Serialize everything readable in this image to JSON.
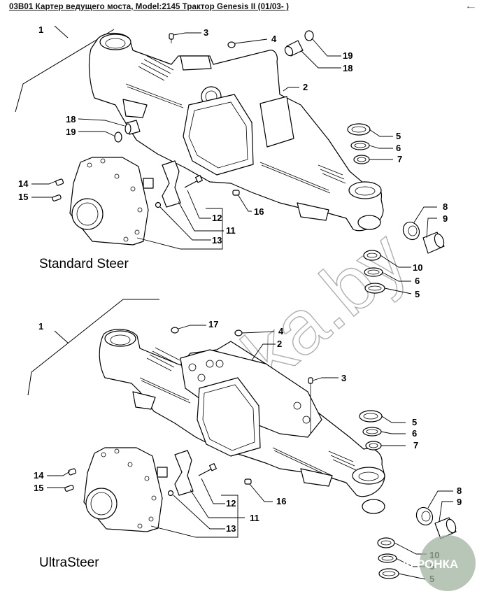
{
  "title": "03B01 Картер ведущего моста, Model:2145 Трактор Genesis II (01/03- )",
  "corner_mark": "•—",
  "sections": [
    {
      "name": "Standard Steer",
      "callouts": {
        "c1": "1",
        "c2": "2",
        "c3": "3",
        "c4": "4",
        "c5a": "5",
        "c6a": "6",
        "c7": "7",
        "c8": "8",
        "c9": "9",
        "c10": "10",
        "c6b": "6",
        "c5b": "5",
        "c11": "11",
        "c12": "12",
        "c13": "13",
        "c14": "14",
        "c15": "15",
        "c16": "16",
        "c18a": "18",
        "c19a": "19",
        "c18b": "18",
        "c19b": "19"
      }
    },
    {
      "name": "UltraSteer",
      "callouts": {
        "c1": "1",
        "c2": "2",
        "c3": "3",
        "c4": "4",
        "c17": "17",
        "c5a": "5",
        "c6a": "6",
        "c7": "7",
        "c8": "8",
        "c9": "9",
        "c10": "10",
        "c6b": "6",
        "c5b": "5",
        "c11": "11",
        "c12": "12",
        "c13": "13",
        "c14": "14",
        "c15": "15",
        "c16": "16"
      }
    }
  ],
  "watermark": {
    "text": "mka.by",
    "logo_text": "АГРОНКА"
  }
}
